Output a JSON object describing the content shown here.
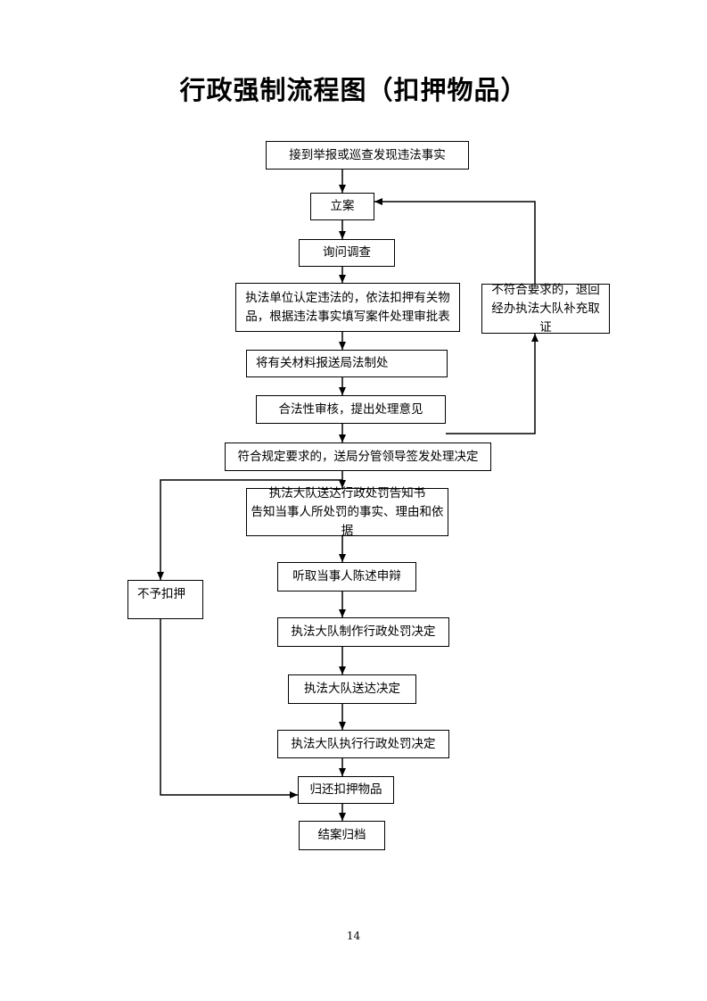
{
  "title": "行政强制流程图（扣押物品）",
  "page_number": "14",
  "nodes": {
    "report": "接到举报或巡查发现违法事实",
    "register": "立案",
    "inquiry": "询问调查",
    "seize": "执法单位认定违法的，依法扣押有关物品，根据违法事实填写案件处理审批表",
    "submit": "将有关材料报送局法制处",
    "legality": "合法性审核，提出处理意见",
    "return_evidence": "不符合要求的，退回经办执法大队补充取证",
    "approve": "符合规定要求的，送局分管领导签发处理决定",
    "notice": "执法大队送达行政处罚告知书\n告知当事人所处罚的事实、理由和依据",
    "hearing": "听取当事人陈述申辩",
    "no_seize": "不予扣押",
    "make_decision": "执法大队制作行政处罚决定",
    "deliver": "执法大队送达决定",
    "execute": "执法大队执行行政处罚决定",
    "return_goods": "归还扣押物品",
    "close": "结案归档"
  }
}
